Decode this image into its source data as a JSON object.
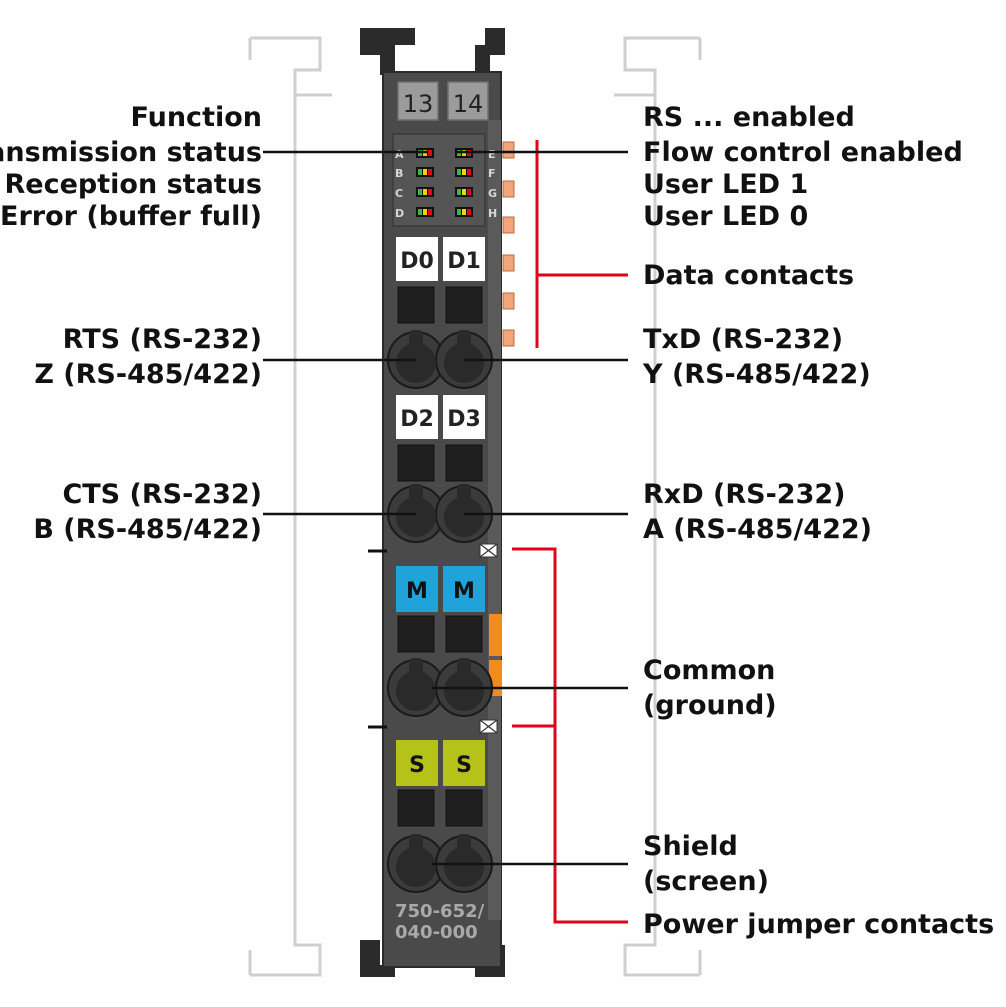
{
  "terminals": {
    "left": "13",
    "right": "14"
  },
  "led_letters_left": [
    "A",
    "B",
    "C",
    "D"
  ],
  "led_letters_right": [
    "E",
    "F",
    "G",
    "H"
  ],
  "tags": {
    "d0": "D0",
    "d1": "D1",
    "d2": "D2",
    "d3": "D3",
    "m1": "M",
    "m2": "M",
    "s1": "S",
    "s2": "S"
  },
  "part_number": {
    "line1": "750-652/",
    "line2": "040-000"
  },
  "labels_left": {
    "function": "Function",
    "transmission_status": "Transmission status",
    "reception_status": "Reception status",
    "error_buffer": "Error (buffer full)",
    "rts": "RTS (RS-232)",
    "z": "Z (RS-485/422)",
    "cts": "CTS (RS-232)",
    "b": "B (RS-485/422)"
  },
  "labels_right": {
    "rs_enabled": "RS ... enabled",
    "flow_control": "Flow control enabled",
    "user_led_1": "User LED 1",
    "user_led_0": "User LED 0",
    "data_contacts": "Data contacts",
    "txd": "TxD (RS-232)",
    "y": "Y (RS-485/422)",
    "rxd": "RxD (RS-232)",
    "a": "A (RS-485/422)",
    "common": "Common",
    "ground": "(ground)",
    "shield": "Shield",
    "screen": "(screen)",
    "power_jumper": "Power jumper contacts"
  },
  "colors": {
    "housing": "#4a4a4a",
    "housing_dark": "#2b2b2b",
    "tag_white": "#ffffff",
    "tag_blue": "#1fa3d8",
    "tag_green": "#b5c21a",
    "bracket_red": "#e3001b",
    "contact_orange": "#f2a57a",
    "jumper_orange": "#f28a1d",
    "rail_outline": "#cfcfcf"
  }
}
